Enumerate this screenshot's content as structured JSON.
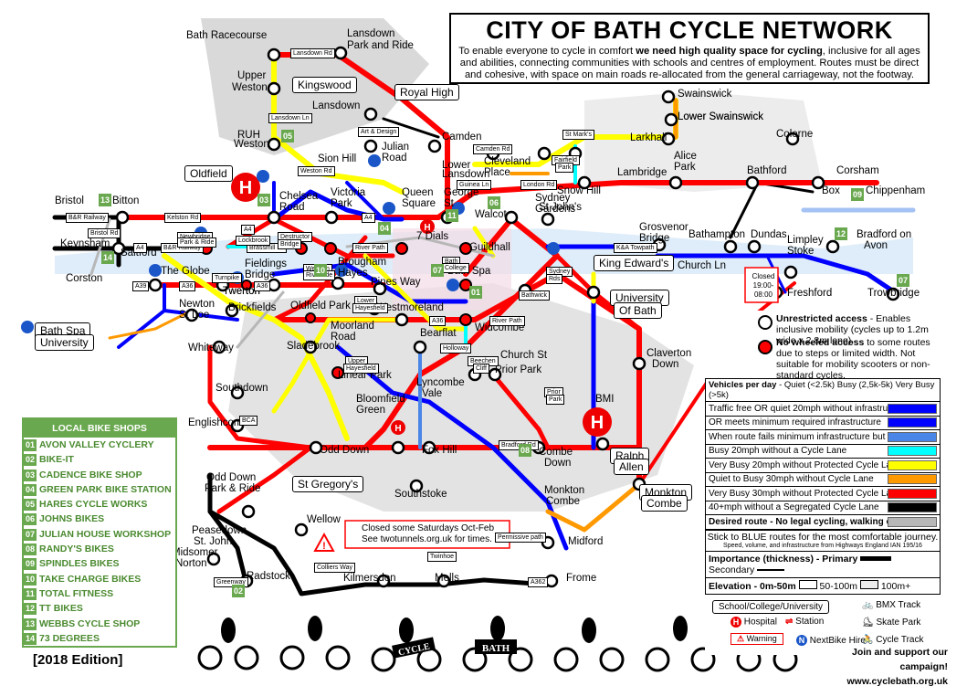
{
  "title": "CITY OF BATH CYCLE NETWORK",
  "subtitle_pre": "To enable everyone to cycle in comfort ",
  "subtitle_bold": "we need high quality space for cycling",
  "subtitle_post": ", inclusive for all ages and abilities, connecting communities with schools and centres of employment. Routes must be direct and cohesive, with space on main roads re-allocated from the general carriageway, not the footway.",
  "edition": "[2018 Edition]",
  "join": [
    "Join and support our campaign!",
    "www.cyclebath.org.uk"
  ],
  "colors": {
    "primary_safe": "#0000ff",
    "ok": "#4a86e8",
    "busy20": "#00ffff",
    "vb20": "#ffff00",
    "q30": "#ff9900",
    "vb30": "#ff0000",
    "fast40": "#000000",
    "desired": "#b7b7b7",
    "green": "#6aa84f"
  },
  "places": [
    [
      "Bath Racecourse",
      204,
      38
    ],
    [
      "Lansdown",
      380,
      36
    ],
    [
      "Park and Ride",
      380,
      49
    ],
    [
      "Upper",
      260,
      82
    ],
    [
      "Weston",
      254,
      95
    ],
    [
      "Lansdown",
      342,
      115
    ],
    [
      "Weston",
      256,
      157
    ],
    [
      "Sion Hill",
      348,
      173
    ],
    [
      "Camden",
      484,
      149
    ],
    [
      "Julian",
      418,
      160
    ],
    [
      "Road",
      418,
      172
    ],
    [
      "Lower",
      484,
      180
    ],
    [
      "Lansdown",
      484,
      190
    ],
    [
      "Cleveland",
      530,
      176
    ],
    [
      "Place",
      530,
      188
    ],
    [
      "Larkhall",
      690,
      150
    ],
    [
      "Alice",
      738,
      170
    ],
    [
      "Park",
      738,
      182
    ],
    [
      "Lambridge",
      676,
      188
    ],
    [
      "Bathford",
      818,
      186
    ],
    [
      "Corsham",
      916,
      186
    ],
    [
      "Box",
      900,
      208
    ],
    [
      "Chippenham",
      948,
      208
    ],
    [
      "Snow Hill",
      610,
      208
    ],
    [
      "Swainswick",
      742,
      102
    ],
    [
      "Lower Swainswick",
      742,
      127
    ],
    [
      "Colerne",
      850,
      146
    ],
    [
      "RUH",
      260,
      147
    ],
    [
      "Bristol",
      60,
      219
    ],
    [
      "Bitton",
      123,
      219
    ],
    [
      "Chelsea",
      306,
      214
    ],
    [
      "Road",
      306,
      226
    ],
    [
      "Victoria",
      362,
      210
    ],
    [
      "Park",
      362,
      222
    ],
    [
      "Queen",
      440,
      210
    ],
    [
      "Square",
      440,
      222
    ],
    [
      "George",
      486,
      210
    ],
    [
      "St",
      486,
      222
    ],
    [
      "Walcot",
      520,
      234
    ],
    [
      "St John's",
      590,
      226
    ],
    [
      "Sydney",
      586,
      216
    ],
    [
      "Gardens",
      586,
      228
    ],
    [
      "Grosvenor",
      700,
      248
    ],
    [
      "Bridge",
      700,
      260
    ],
    [
      "Keynsham",
      66,
      266
    ],
    [
      "Saltford",
      132,
      276
    ],
    [
      "Bathampton",
      754,
      256
    ],
    [
      "Dundas",
      822,
      256
    ],
    [
      "Limpley",
      862,
      262
    ],
    [
      "Stoke",
      862,
      274
    ],
    [
      "Bradford on",
      938,
      256
    ],
    [
      "Avon",
      946,
      268
    ],
    [
      "Corston",
      72,
      304
    ],
    [
      "The Globe",
      176,
      296
    ],
    [
      "Twerton",
      244,
      318
    ],
    [
      "Fieldings",
      268,
      288
    ],
    [
      "Bridge",
      268,
      300
    ],
    [
      "Brougham",
      370,
      286
    ],
    [
      "Hayes",
      370,
      298
    ],
    [
      "Pines Way",
      406,
      308
    ],
    [
      "Church Ln",
      742,
      290
    ],
    [
      "Freshford",
      862,
      320
    ],
    [
      "Trowbridge",
      950,
      320
    ],
    [
      "Newton",
      196,
      332
    ],
    [
      "St Loe",
      196,
      344
    ],
    [
      "Brickfields",
      250,
      336
    ],
    [
      "Oldfield Park",
      318,
      334
    ],
    [
      "Westmoreland",
      412,
      336
    ],
    [
      "Bath Spa",
      490,
      296
    ],
    [
      "Widcombe",
      520,
      358
    ],
    [
      "Whiteway",
      206,
      380
    ],
    [
      "Sladebrook",
      314,
      378
    ],
    [
      "Moorland",
      362,
      356
    ],
    [
      "Road",
      362,
      368
    ],
    [
      "Bearflat",
      460,
      364
    ],
    [
      "Church St",
      548,
      388
    ],
    [
      "Claverton",
      708,
      386
    ],
    [
      "Down",
      714,
      398
    ],
    [
      "Prior Park",
      542,
      404
    ],
    [
      "Linear Park",
      370,
      410
    ],
    [
      "Lyncombe",
      456,
      418
    ],
    [
      "Vale",
      462,
      430
    ],
    [
      "Southdown",
      236,
      424
    ],
    [
      "Englishcombe",
      206,
      462
    ],
    [
      "Bloomfield",
      390,
      436
    ],
    [
      "Green",
      390,
      448
    ],
    [
      "BMI",
      652,
      436
    ],
    [
      "Odd Down",
      350,
      492
    ],
    [
      "Fox Hill",
      462,
      492
    ],
    [
      "Combe",
      590,
      494
    ],
    [
      "Down",
      596,
      506
    ],
    [
      "Odd Down",
      226,
      522
    ],
    [
      "Park & Ride",
      224,
      534
    ],
    [
      "Southstoke",
      432,
      540
    ],
    [
      "Monkton",
      596,
      536
    ],
    [
      "Combe",
      598,
      548
    ],
    [
      "Peasedown",
      210,
      580
    ],
    [
      "St. John",
      212,
      592
    ],
    [
      "Wellow",
      336,
      568
    ],
    [
      "Midford",
      622,
      592
    ],
    [
      "Midsomer",
      188,
      604
    ],
    [
      "Norton",
      192,
      616
    ],
    [
      "Radstock",
      270,
      630
    ],
    [
      "Kilmersdon",
      376,
      632
    ],
    [
      "Mells",
      476,
      632
    ],
    [
      "Frome",
      620,
      632
    ],
    [
      "Twerton",
      244,
      318
    ],
    [
      "Guildhall",
      514,
      270
    ],
    [
      "7 Dials",
      456,
      258
    ],
    [
      "Lower Swainswick",
      742,
      127
    ]
  ],
  "boxed_places": [
    [
      "Kingswood",
      320,
      90
    ],
    [
      "Royal High",
      432,
      98
    ],
    [
      "Oldfield",
      202,
      187
    ],
    [
      "King Edward's",
      650,
      285
    ],
    [
      "University",
      668,
      323
    ],
    [
      "Of Bath",
      672,
      337
    ],
    [
      "Bath Spa",
      38,
      359
    ],
    [
      "University",
      38,
      372
    ],
    [
      "Ralph",
      668,
      496
    ],
    [
      "Allen",
      672,
      508
    ],
    [
      "St Gregory's",
      320,
      527
    ],
    [
      "Monkton",
      700,
      536
    ],
    [
      "Combe",
      702,
      548
    ]
  ],
  "road_labels": [
    [
      "Lansdown Rd",
      318,
      57
    ],
    [
      "Art & Design",
      392,
      143
    ],
    [
      "Camden Rd",
      518,
      162
    ],
    [
      "St Mark's",
      616,
      146
    ],
    [
      "Guinea Ln",
      500,
      201
    ],
    [
      "London Rd",
      570,
      201
    ],
    [
      "Fairfield",
      604,
      174
    ],
    [
      "Park",
      608,
      182
    ],
    [
      "B&R Railway",
      72,
      237
    ],
    [
      "Kelston Rd",
      180,
      237
    ],
    [
      "A4",
      264,
      250
    ],
    [
      "A4",
      396,
      237
    ],
    [
      "Bristol Rd",
      96,
      254
    ],
    [
      "A4",
      146,
      270
    ],
    [
      "B&R Railway",
      176,
      270
    ],
    [
      "Brassmill Ln",
      270,
      270
    ],
    [
      "River Path",
      386,
      270
    ],
    [
      "K&A Towpath",
      672,
      270
    ],
    [
      "Lockbrook",
      258,
      262
    ],
    [
      "Newbridge",
      194,
      258
    ],
    [
      "Park & Ride",
      194,
      264
    ],
    [
      "Destructor",
      304,
      258
    ],
    [
      "Bridge",
      304,
      266
    ],
    [
      "A39",
      145,
      312
    ],
    [
      "A36",
      196,
      312
    ],
    [
      "A36",
      278,
      312
    ],
    [
      "Turnpike",
      232,
      303
    ],
    [
      "Western",
      332,
      293
    ],
    [
      "Riverside",
      332,
      300
    ],
    [
      "Bath",
      484,
      285
    ],
    [
      "College",
      484,
      292
    ],
    [
      "Lower",
      388,
      328
    ],
    [
      "Hayesfield",
      386,
      336
    ],
    [
      "A36",
      470,
      350
    ],
    [
      "River Path",
      536,
      350
    ],
    [
      "Holloway",
      482,
      380
    ],
    [
      "Beechen",
      512,
      394
    ],
    [
      "Cliff",
      518,
      402
    ],
    [
      "Upper",
      378,
      394
    ],
    [
      "Hayesfield",
      376,
      402
    ],
    [
      "BCA",
      262,
      459
    ],
    [
      "Bradford Rd",
      546,
      486
    ],
    [
      "Prior",
      596,
      428
    ],
    [
      "Park",
      598,
      436
    ],
    [
      "Permissive path",
      542,
      587
    ],
    [
      "Twinhoe",
      468,
      608
    ],
    [
      "Colliers Way",
      344,
      620
    ],
    [
      "A362",
      578,
      636
    ],
    [
      "Greenway",
      234,
      636
    ],
    [
      "Lansdown Ln",
      294,
      128
    ],
    [
      "Weston Rd",
      326,
      186
    ],
    [
      "Bathwick",
      568,
      322
    ],
    [
      "Sydney",
      598,
      296
    ],
    [
      "Rds",
      598,
      304
    ]
  ],
  "shops_title": "LOCAL BIKE SHOPS",
  "shops": [
    [
      "01",
      "AVON VALLEY CYCLERY"
    ],
    [
      "02",
      "BIKE-IT"
    ],
    [
      "03",
      "CADENCE BIKE SHOP"
    ],
    [
      "04",
      "GREEN PARK BIKE STATION"
    ],
    [
      "05",
      "HARES CYCLE WORKS"
    ],
    [
      "06",
      "JOHNS BIKES"
    ],
    [
      "07",
      "JULIAN HOUSE WORKSHOP"
    ],
    [
      "08",
      "RANDY'S BIKES"
    ],
    [
      "09",
      "SPINDLES BIKES"
    ],
    [
      "10",
      "TAKE CHARGE BIKES"
    ],
    [
      "11",
      "TOTAL FITNESS"
    ],
    [
      "12",
      "TT BIKES"
    ],
    [
      "13",
      "WEBBS CYCLE SHOP"
    ],
    [
      "14",
      "73 DEGREES"
    ]
  ],
  "shop_markers": [
    [
      "13",
      108,
      219
    ],
    [
      "14",
      111,
      282
    ],
    [
      "05",
      308,
      149
    ],
    [
      "03",
      282,
      219
    ],
    [
      "04",
      414,
      250
    ],
    [
      "10",
      344,
      296
    ],
    [
      "06",
      534,
      222
    ],
    [
      "11",
      488,
      236
    ],
    [
      "07",
      472,
      296
    ],
    [
      "01",
      514,
      320
    ],
    [
      "08",
      568,
      493
    ],
    [
      "09",
      932,
      213
    ],
    [
      "12",
      914,
      256
    ],
    [
      "07",
      982,
      307
    ],
    [
      "02",
      254,
      647
    ]
  ],
  "closed_note": {
    "a": "Closed",
    "b": "19:00-",
    "c": "08:00"
  },
  "warning_note": [
    "Closed some Saturdays Oct-Feb",
    "See twotunnels.org.uk for times."
  ],
  "legend": {
    "unrestricted_title": "Unrestricted access",
    "unrestricted_text": " - Enables inclusive mobility (cycles up to 1.2m wide x 2.8m long).",
    "nowheel_title": "No wheeled access",
    "nowheel_text": " to some routes due to steps or limited width. Not suitable for mobility scooters or non-standard cycles.",
    "vehicles_title": "Vehicles per day",
    "vehicles_scale": " - Quiet (<2.5k) Busy (2,5k-5k) Very Busy (>5k)",
    "rows": [
      [
        "Traffic free OR quiet 20mph without infrastructure",
        "#0000ff",
        false
      ],
      [
        "OR meets minimum required infrastructure",
        "#0000ff",
        false
      ],
      [
        "When route fails minimum infrastructure but OK",
        "#4a86e8",
        false
      ],
      [
        "Busy 20mph without a Cycle Lane",
        "#00ffff",
        false
      ],
      [
        "Very Busy 20mph without Protected Cycle Lane",
        "#ffff00",
        false
      ],
      [
        "Quiet to Busy 30mph without Cycle Lane",
        "#ff9900",
        false
      ],
      [
        "Very Busy 30mph without Protected Cycle Lane",
        "#ff0000",
        false
      ],
      [
        "40+mph without a Segregated Cycle Lane",
        "#000000",
        false
      ],
      [
        "Desired route - No legal cycling, walking only",
        "#b7b7b7",
        true
      ]
    ],
    "stick_a": "Stick to BLUE routes for the most comfortable journey.",
    "stick_b": "Speed, volume, and infrastructure from Highways England IAN 195/16",
    "importance": "Importance (thickness) - Primary",
    "secondary": "Secondary",
    "elevation": "Elevation - 0m-50m",
    "elev2": "50-100m",
    "elev3": "100m+",
    "school": "School/College/University",
    "hospital": "Hospital",
    "station": "Station",
    "warning": "Warning",
    "bmx": "BMX Track",
    "skate": "Skate Park",
    "nextbike": "NextBike Hire",
    "cycletrack": "Cycle Track"
  }
}
